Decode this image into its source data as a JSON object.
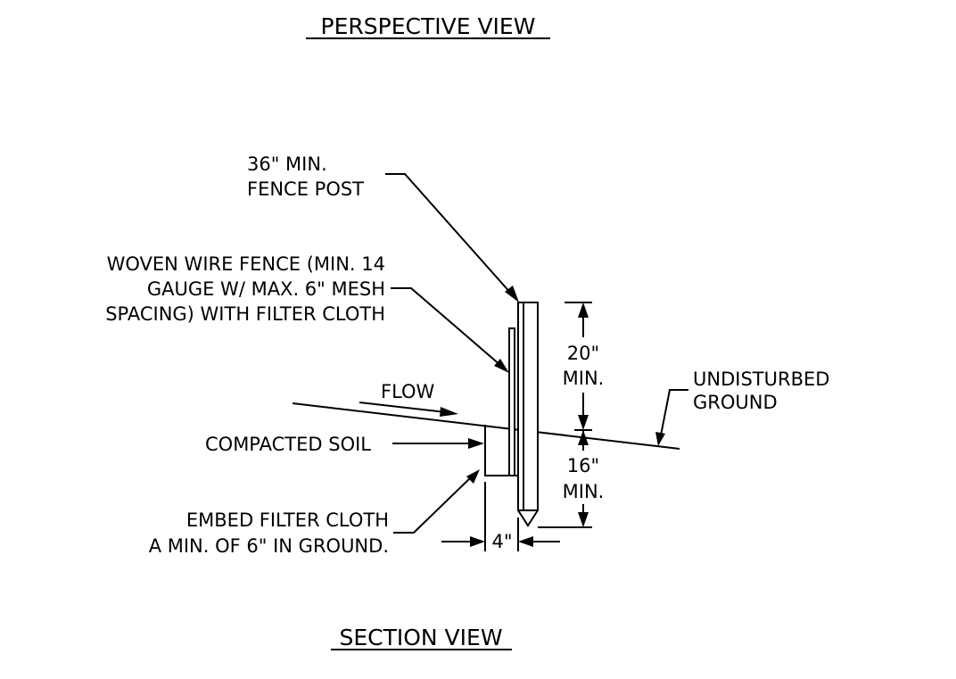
{
  "titles": {
    "top": "PERSPECTIVE VIEW",
    "bottom": "SECTION VIEW"
  },
  "labels": {
    "fence_post": [
      "36\" MIN.",
      "FENCE POST"
    ],
    "woven_wire": [
      "WOVEN WIRE FENCE (MIN. 14",
      "GAUGE W/ MAX. 6\" MESH",
      "SPACING) WITH FILTER CLOTH"
    ],
    "flow": "FLOW",
    "compacted_soil": "COMPACTED SOIL",
    "embed": [
      "EMBED FILTER CLOTH",
      "A MIN. OF 6\" IN GROUND."
    ],
    "undisturbed": [
      "UNDISTURBED",
      "GROUND"
    ]
  },
  "dimensions": {
    "above_ground": [
      "20\"",
      "MIN."
    ],
    "below_ground": [
      "16\"",
      "MIN."
    ],
    "trench_width": "4\""
  }
}
